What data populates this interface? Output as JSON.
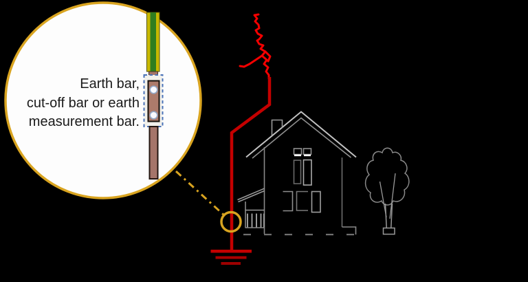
{
  "callout": {
    "text_lines": [
      "Earth bar,",
      "cut-off bar or earth",
      "measurement bar."
    ]
  },
  "colors": {
    "background": "#000000",
    "gold": "#D9A420",
    "magnifier_fill": "#FDFDFD",
    "lightning_red": "#F40000",
    "conductor_red": "#C40000",
    "ground_red_1": "#C40000",
    "ground_red_2": "#AB0000",
    "ground_red_3": "#9D0000",
    "wire_green": "#2F7D1F",
    "wire_yellow": "#C8B800",
    "copper_bar": "#AD7B6B",
    "rod_brown": "#A5756A",
    "ferrule_brown": "#A5756A",
    "clamp_fill": "#F2F1EC",
    "clamp_border_blue": "#4A72B8",
    "hole_fill": "#FAFAFF",
    "hole_rim": "#93A9C8",
    "outline_gray": "#9A9A9A",
    "text": "#1A1A1A"
  },
  "icons": {
    "magnifier": "magnifier-circle",
    "lightning": "lightning-bolt-icon",
    "house": "house-silhouette-icon",
    "tree": "tree-silhouette-icon",
    "ground": "earth-ground-symbol",
    "highlight": "earth-point-highlight-circle",
    "callout_connector": "callout-dash-line"
  }
}
